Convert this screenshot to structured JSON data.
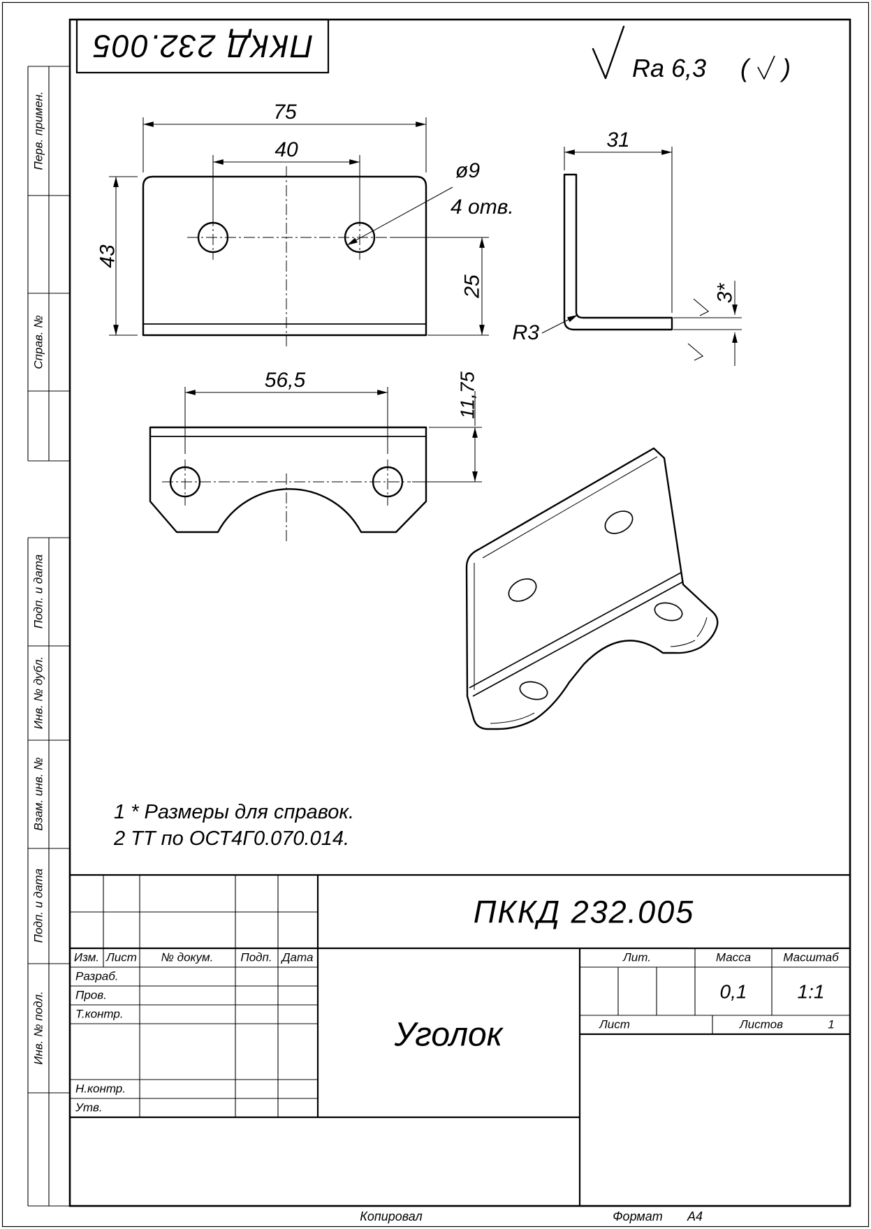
{
  "designation": "ПККД 232.005",
  "part": {
    "name": "Уголок",
    "mass": "0,1",
    "scale": "1:1",
    "sheets_value": "1"
  },
  "roughness": {
    "general": "Ra 6,3",
    "paren_open": "(",
    "paren_close": ")"
  },
  "dims": {
    "width75": "75",
    "holes40": "40",
    "height43": "43",
    "hole_dia": "ø9",
    "hole_qty": "4 отв.",
    "offset25": "25",
    "flange31": "31",
    "radius": "R3",
    "thick3": "3*",
    "span565": "56,5",
    "offset1175": "11,75"
  },
  "notes": {
    "line1": "1  * Размеры для справок.",
    "line2": "2  ТТ по ОСТ4Г0.070.014."
  },
  "title_block": {
    "izm": "Изм.",
    "list": "Лист",
    "doc_no": "№ докум.",
    "podp": "Подп.",
    "data": "Дата",
    "razrab": "Разраб.",
    "prov": "Пров.",
    "tkontr": "Т.контр.",
    "nkontr": "Н.контр.",
    "utv": "Утв.",
    "lit": "Лит.",
    "massa": "Масса",
    "masshtab": "Масштаб",
    "list2": "Лист",
    "listov": "Листов"
  },
  "margins": {
    "perv": "Перв. примен.",
    "sprav": "Справ. №",
    "podp1": "Подп. и дата",
    "inv_dubl": "Инв. № дубл.",
    "vzam": "Взам. инв. №",
    "podp2": "Подп. и дата",
    "inv_podl": "Инв. № подл."
  },
  "footer": {
    "kopir": "Копировал",
    "format_label": "Формат",
    "format_value": "А4"
  }
}
